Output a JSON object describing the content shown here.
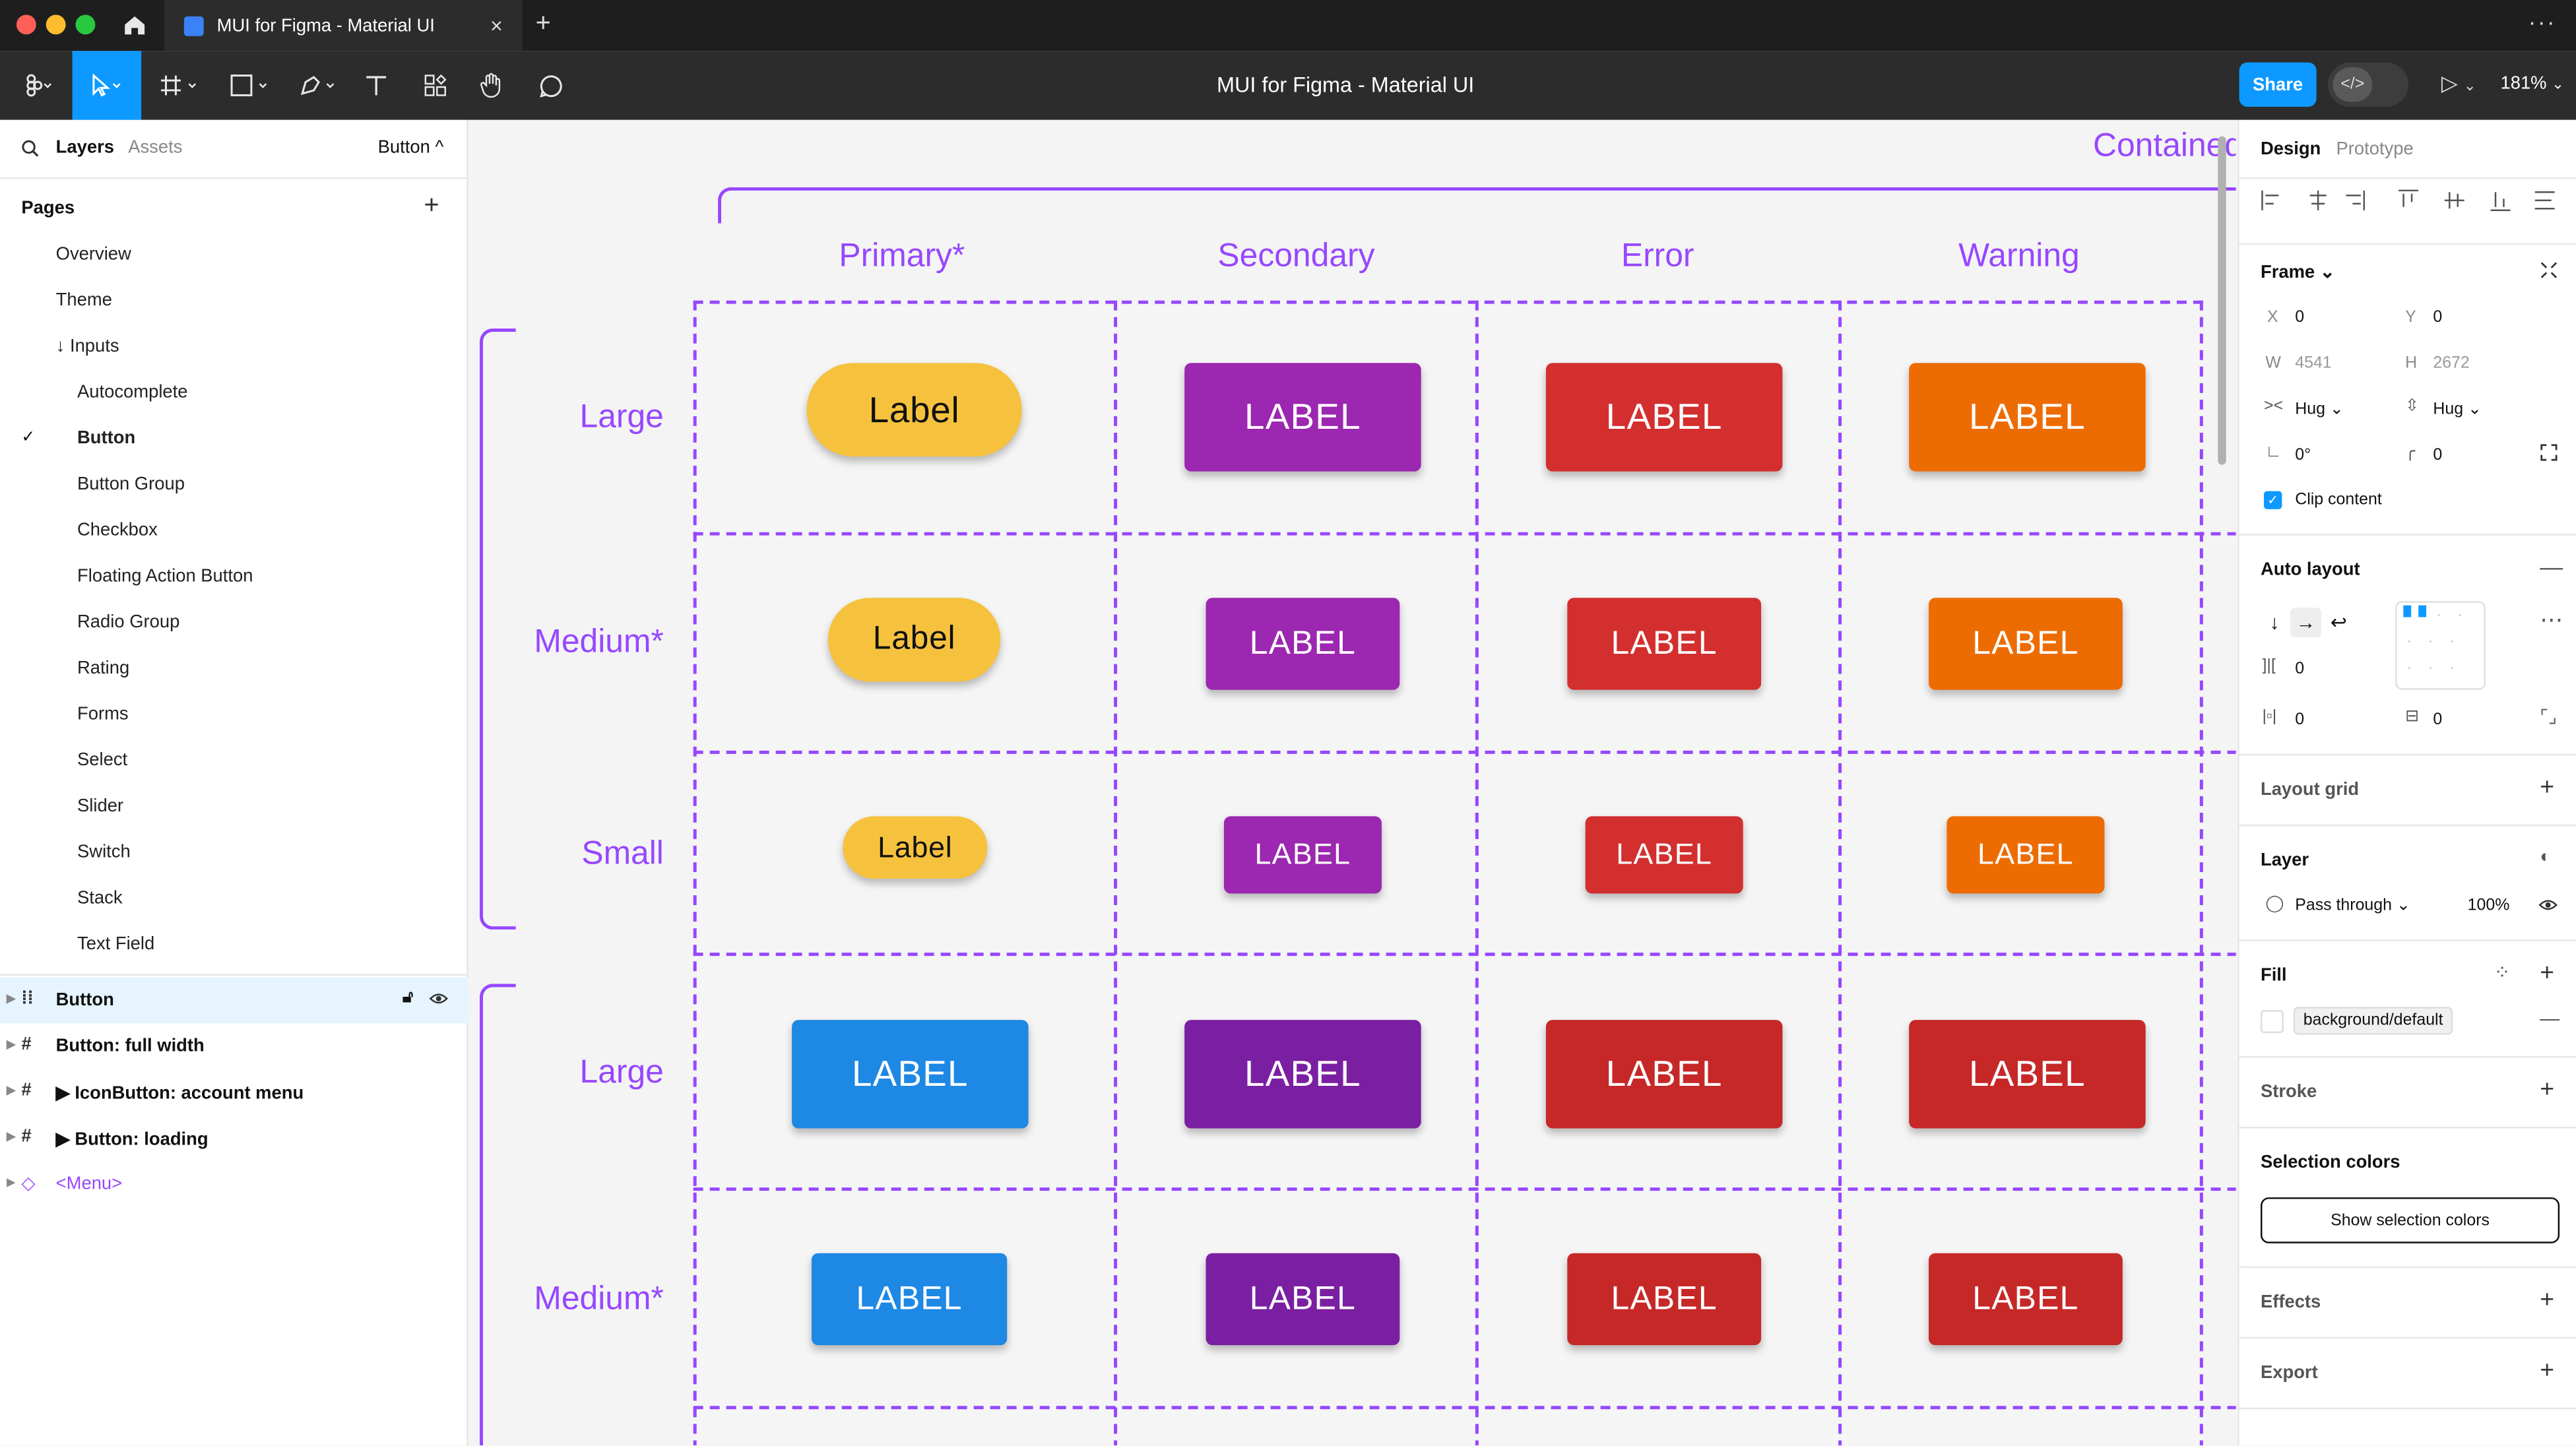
{
  "window": {
    "tab_title": "MUI for Figma - Material UI",
    "close": "×",
    "new_tab": "+",
    "more": "···"
  },
  "toolbar": {
    "doc_title": "MUI for Figma - Material UI",
    "share_label": "Share",
    "dev_mode_glyph": "</>",
    "play_glyph": "▷",
    "zoom_label": "181%"
  },
  "left_panel": {
    "tabs": {
      "layers": "Layers",
      "assets": "Assets",
      "current_page": "Button ^"
    },
    "pages_heading": "Pages",
    "pages": [
      "Overview",
      "Theme",
      "↓ Inputs",
      "Autocomplete",
      "Button",
      "Button Group",
      "Checkbox",
      "Floating Action Button",
      "Radio Group",
      "Rating",
      "Forms",
      "Select",
      "Slider",
      "Switch",
      "Stack",
      "Text Field"
    ],
    "selected_page_check": "✓",
    "layers": [
      {
        "name": "Button",
        "icon": "autolayout-icon"
      },
      {
        "name": "Button: full width",
        "icon": "frame-icon"
      },
      {
        "name": "▶ IconButton: account menu",
        "icon": "frame-icon"
      },
      {
        "name": "▶ Button: loading",
        "icon": "frame-icon"
      },
      {
        "name": "<Menu>",
        "icon": "component-icon"
      }
    ]
  },
  "canvas": {
    "section_label": "Contained",
    "columns": [
      "Primary*",
      "Secondary",
      "Error",
      "Warning"
    ],
    "rows": [
      "Large",
      "Medium*",
      "Small",
      "Large",
      "Medium*"
    ],
    "pill_label": "Label",
    "button_label": "LABEL",
    "colors": {
      "primary_pill": "#f6c23e",
      "secondary": "#9c27b0",
      "secondary_dark": "#7b1fa2",
      "error": "#d32f2f",
      "error_dark": "#c62828",
      "warning": "#ed6c02",
      "primary_blue": "#1e88e5",
      "guide_purple": "#9747ff"
    }
  },
  "right_panel": {
    "tabs": {
      "design": "Design",
      "prototype": "Prototype"
    },
    "frame": {
      "heading": "Frame ⌄",
      "x_label": "X",
      "x": "0",
      "y_label": "Y",
      "y": "0",
      "w_label": "W",
      "w": "4541",
      "h_label": "H",
      "h": "2672",
      "w_mode": "Hug ⌄",
      "h_mode": "Hug ⌄",
      "rotation": "0°",
      "radius": "0",
      "clip_content": "Clip content"
    },
    "auto_layout": {
      "heading": "Auto layout",
      "gap": "0",
      "padding_h": "0",
      "padding_v": "0"
    },
    "layout_grid": "Layout grid",
    "layer": {
      "heading": "Layer",
      "blend": "Pass through ⌄",
      "opacity": "100%"
    },
    "fill": {
      "heading": "Fill",
      "style": "background/default"
    },
    "stroke": "Stroke",
    "selection_colors": {
      "heading": "Selection colors",
      "button": "Show selection colors"
    },
    "effects": "Effects",
    "export": "Export"
  }
}
